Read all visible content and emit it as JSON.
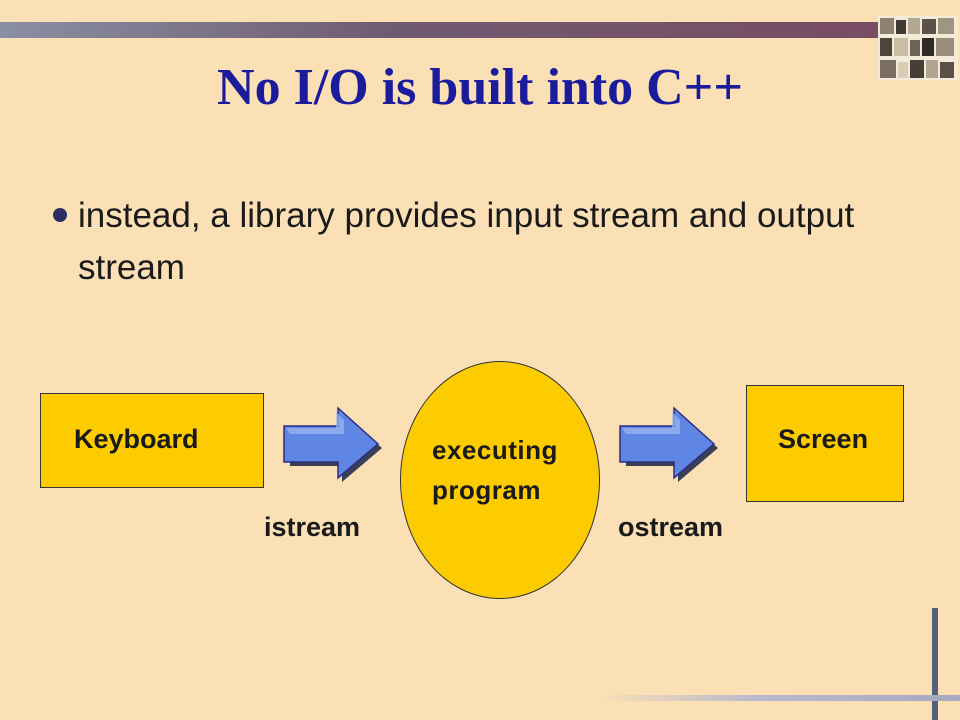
{
  "slide": {
    "title": "No I/O is built into C++",
    "bullets": [
      "instead, a library provides input stream and output stream"
    ]
  },
  "diagram": {
    "input_device": "Keyboard",
    "program_line1": "executing",
    "program_line2": "program",
    "output_device": "Screen",
    "input_stream": "istream",
    "output_stream": "ostream"
  },
  "colors": {
    "background": "#fbe0b6",
    "title": "#1a1c9c",
    "shape_fill": "#fdcc00",
    "arrow_fill": "#5f86e3"
  }
}
